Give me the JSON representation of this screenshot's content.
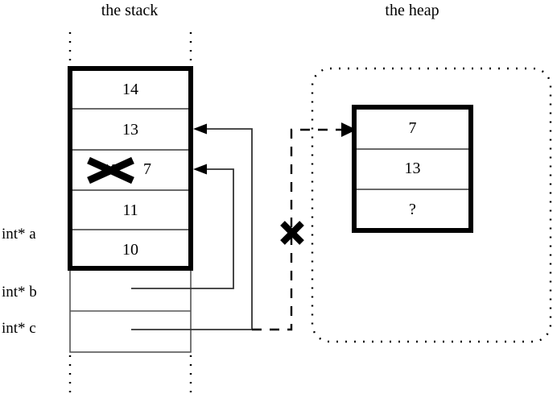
{
  "diagram": {
    "type": "memory-diagram",
    "titles": {
      "stack": "the stack",
      "heap": "the heap"
    },
    "colors": {
      "ink": "#000000",
      "background": "#ffffff",
      "thin_rule": "#555555"
    },
    "stack": {
      "frame_cells": [
        {
          "id": "cell-14",
          "value": "14"
        },
        {
          "id": "cell-13",
          "value": "13"
        },
        {
          "id": "cell-12-7",
          "value": "12",
          "struck_out": true,
          "replacement": "7"
        },
        {
          "id": "cell-11",
          "value": "11"
        },
        {
          "id": "cell-10",
          "value": "10"
        }
      ],
      "pointer_vars": [
        {
          "id": "var-a",
          "label": "int* a"
        },
        {
          "id": "var-b",
          "label": "int* b"
        },
        {
          "id": "var-c",
          "label": "int* c"
        }
      ]
    },
    "heap": {
      "cells": [
        {
          "id": "heap-cell-7",
          "value": "7"
        },
        {
          "id": "heap-cell-13",
          "value": "13"
        },
        {
          "id": "heap-cell-unknown",
          "value": "?"
        }
      ]
    },
    "annotations": {
      "struck_pointer_marker": "X",
      "struck_stack_value_marker": "X"
    }
  }
}
